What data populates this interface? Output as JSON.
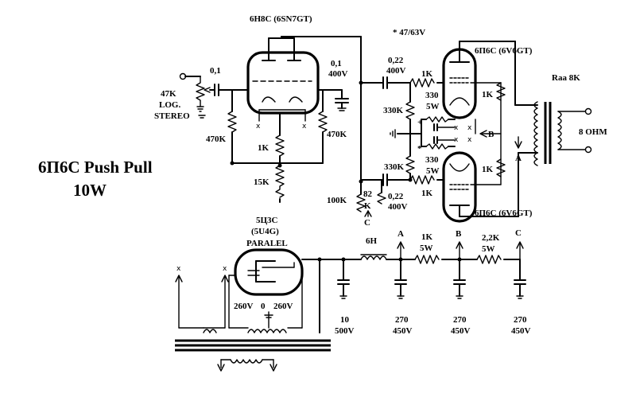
{
  "title": {
    "line1": "6П6С Push Pull",
    "line2": "10W"
  },
  "tubes": {
    "driver": "6Н8С (6SN7GT)",
    "output_top": "6П6С (6V6GT)",
    "output_bottom": "6П6С (6V6GT)",
    "rectifier": [
      "5Ц3С",
      "(5U4G)",
      "PARALEL"
    ]
  },
  "input": {
    "pot": [
      "47K",
      "LOG.",
      "STEREO"
    ],
    "coupling_cap": "0,1"
  },
  "driver_stage": {
    "grid_leak": "470K",
    "cathode_resistor": "1K",
    "tail_resistor": "15K",
    "plate_resistor": "470K",
    "bypass_cap": [
      "0,1",
      "400V"
    ],
    "decoupling_resistor": "100K",
    "decoupling_cap": "82",
    "decoupling_node": "K",
    "decoupling_supply": "C",
    "pot_note": "* 47/63V"
  },
  "output_stage": {
    "coupling_top": [
      "0,22",
      "400V"
    ],
    "coupling_bottom": [
      "0,22",
      "400V"
    ],
    "grid_stopper_top": "1K",
    "grid_stopper_bottom": "1K",
    "grid_resistor_top": "330K",
    "grid_resistor_bottom": "330K",
    "cathode_top": [
      "330",
      "5W"
    ],
    "cathode_bottom": [
      "330",
      "5W"
    ],
    "screen_top": "1K",
    "screen_bottom": "1K",
    "plus_mark": "+",
    "star_mark": "*",
    "node_b": "B",
    "node_a": "A"
  },
  "output_transformer": {
    "primary": "Raa 8K",
    "secondary": "8 OHM"
  },
  "power_supply": {
    "tap_voltages": [
      "260V",
      "0",
      "260V"
    ],
    "filter_cap_1": [
      "10",
      "500V"
    ],
    "choke": "6H",
    "cap_a": [
      "270",
      "450V"
    ],
    "cap_b": [
      "270",
      "450V"
    ],
    "cap_c": [
      "270",
      "450V"
    ],
    "res_ab": [
      "1K",
      "5W"
    ],
    "res_bc": [
      "2,2K",
      "5W"
    ],
    "node_labels": [
      "A",
      "B",
      "C"
    ]
  },
  "marks": {
    "x": "x"
  }
}
